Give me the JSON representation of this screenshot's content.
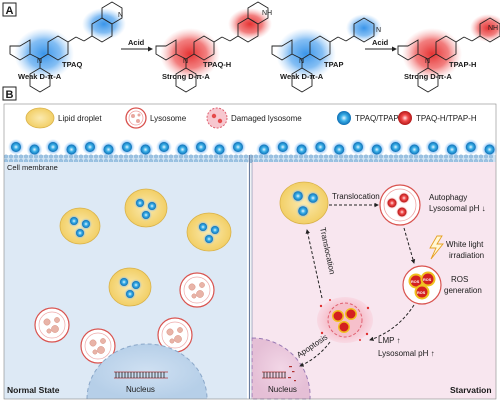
{
  "panel_a": {
    "label": "A",
    "arrow_label": "Acid",
    "molecules": [
      {
        "name": "TPAQ",
        "caption": "Weak D-π-A",
        "group": "N"
      },
      {
        "name": "TPAQ-H",
        "caption": "Strong D-π-A",
        "group": "NH"
      },
      {
        "name": "TPAP",
        "caption": "Weak D-π-A",
        "group": "N"
      },
      {
        "name": "TPAP-H",
        "caption": "Strong D-π-A",
        "group": "NH"
      }
    ]
  },
  "panel_b": {
    "label": "B",
    "legend": {
      "lipid": "Lipid droplet",
      "lysosome": "Lysosome",
      "damaged": "Damaged lysosome",
      "probe": "TPAQ/TPAP",
      "probe_h": "TPAQ-H/TPAP-H"
    },
    "cell_membrane": "Cell membrane",
    "left": {
      "title": "Normal State",
      "nucleus": "Nucleus"
    },
    "right": {
      "title": "Starvation",
      "nucleus": "Nucleus",
      "translocation_top": "Translocation",
      "translocation_side": "Translocation",
      "autophagy": "Autophagy",
      "lyso_ph_down": "Lysosomal pH ↓",
      "white_light": "White light",
      "irradiation": "irradiation",
      "ros": "ROS",
      "generation": "generation",
      "lmp": "LMP ↑",
      "lyso_ph_up": "Lysosomal pH ↑",
      "apoptosis": "Apoptosis",
      "ros_tag": "ROS"
    }
  },
  "colors": {
    "probe_blue": "#1e88e5",
    "probe_red": "#e53935",
    "lipid_fill": "#f7de8a",
    "lysosome_ring": "#d9534f",
    "normal_bg": "#dde9f5",
    "starvation_bg": "#f8e6ef"
  }
}
